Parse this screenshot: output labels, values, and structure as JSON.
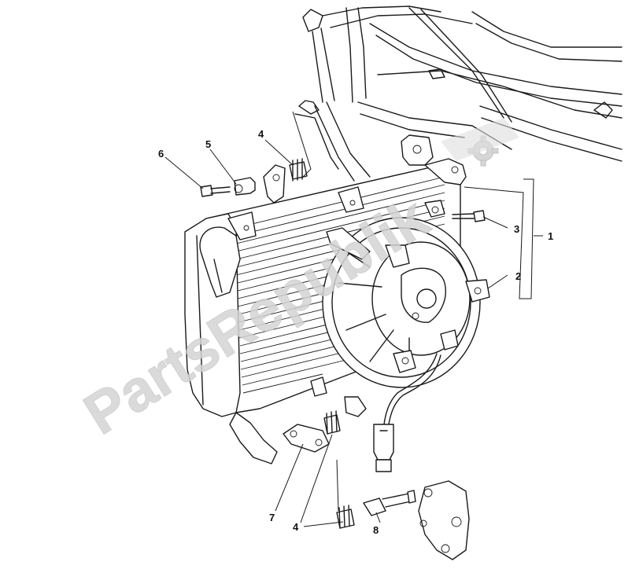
{
  "watermark": {
    "text": "PartsRepublik"
  },
  "callouts": [
    {
      "id": "c1",
      "label": "1"
    },
    {
      "id": "c2",
      "label": "2"
    },
    {
      "id": "c3",
      "label": "3"
    },
    {
      "id": "c4a",
      "label": "4"
    },
    {
      "id": "c4b",
      "label": "4"
    },
    {
      "id": "c5",
      "label": "5"
    },
    {
      "id": "c6",
      "label": "6"
    },
    {
      "id": "c7",
      "label": "7"
    },
    {
      "id": "c8",
      "label": "8"
    }
  ]
}
